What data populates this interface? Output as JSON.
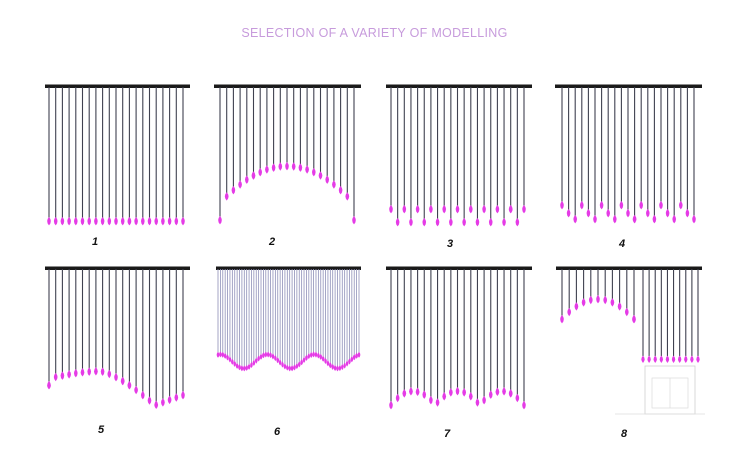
{
  "title": "SELECTION OF A VARIETY OF MODELLING",
  "colors": {
    "rail": "#1a1a1a",
    "strand": "#3f4150",
    "strand_light": "#8f90b8",
    "bead": "#e53be6",
    "title": "#c79bdc",
    "label": "#111111"
  },
  "designs": [
    {
      "number": "1",
      "shape": "straight"
    },
    {
      "number": "2",
      "shape": "arch"
    },
    {
      "number": "3",
      "shape": "alternating"
    },
    {
      "number": "4",
      "shape": "staggered"
    },
    {
      "number": "5",
      "shape": "wave"
    },
    {
      "number": "6",
      "shape": "scallop"
    },
    {
      "number": "7",
      "shape": "triple-swag"
    },
    {
      "number": "8",
      "shape": "arch-over-door"
    }
  ]
}
